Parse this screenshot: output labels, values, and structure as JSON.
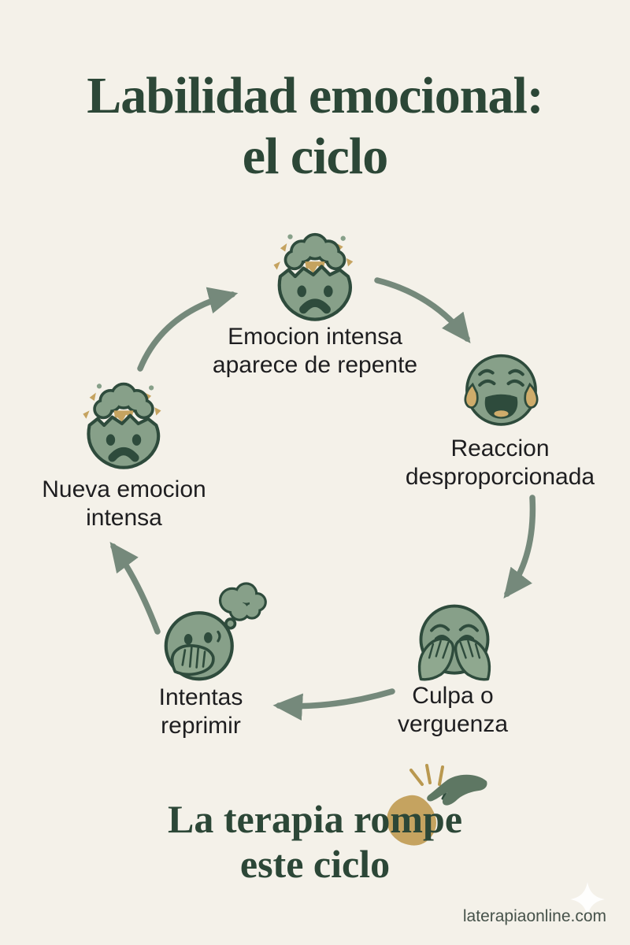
{
  "title": {
    "line1": "Labilidad emocional:",
    "line2": "el ciclo"
  },
  "steps": [
    {
      "id": "intense-emotion",
      "icon": "exploding-head-emoji",
      "lines": [
        "Emocion intensa",
        "aparece de repente"
      ]
    },
    {
      "id": "disproportionate-reaction",
      "icon": "crying-face-emoji",
      "lines": [
        "Reaccion",
        "desproporcionada"
      ]
    },
    {
      "id": "guilt-or-shame",
      "icon": "face-covering-eyes-emoji",
      "lines": [
        "Culpa o",
        "verguenza"
      ]
    },
    {
      "id": "try-to-suppress",
      "icon": "hand-over-mouth-emoji",
      "lines": [
        "Intentas",
        "reprimir"
      ]
    },
    {
      "id": "new-intense-emotion",
      "icon": "exploding-head-emoji",
      "lines": [
        "Nueva emocion",
        "intensa"
      ]
    }
  ],
  "arrows": [
    {
      "id": "new-emotion-to-intense",
      "direction": "up-right"
    },
    {
      "id": "intense-to-reaction",
      "direction": "down-right"
    },
    {
      "id": "reaction-to-guilt",
      "direction": "down-left"
    },
    {
      "id": "guilt-to-suppress",
      "direction": "left"
    },
    {
      "id": "suppress-to-new-emotion",
      "direction": "up-left"
    }
  ],
  "conclusion": {
    "line1": "La terapia rompe",
    "line2": "este ciclo",
    "icon": "helping-hand-icon"
  },
  "footer": {
    "website": "laterapiaonline.com",
    "watermark_icon": "sparkle-icon"
  },
  "colors": {
    "background": "#F4F1E9",
    "title_green": "#2C4737",
    "emoji_sage": "#87A089",
    "emoji_sage_light": "#8FA88F",
    "emoji_outline": "#2E4B3C",
    "accent_tan": "#C5A360",
    "arrow_sage": "#75897B",
    "label_text": "#1E1E20",
    "footer_text": "#46524A",
    "watermark_white": "#FFFFFF"
  }
}
